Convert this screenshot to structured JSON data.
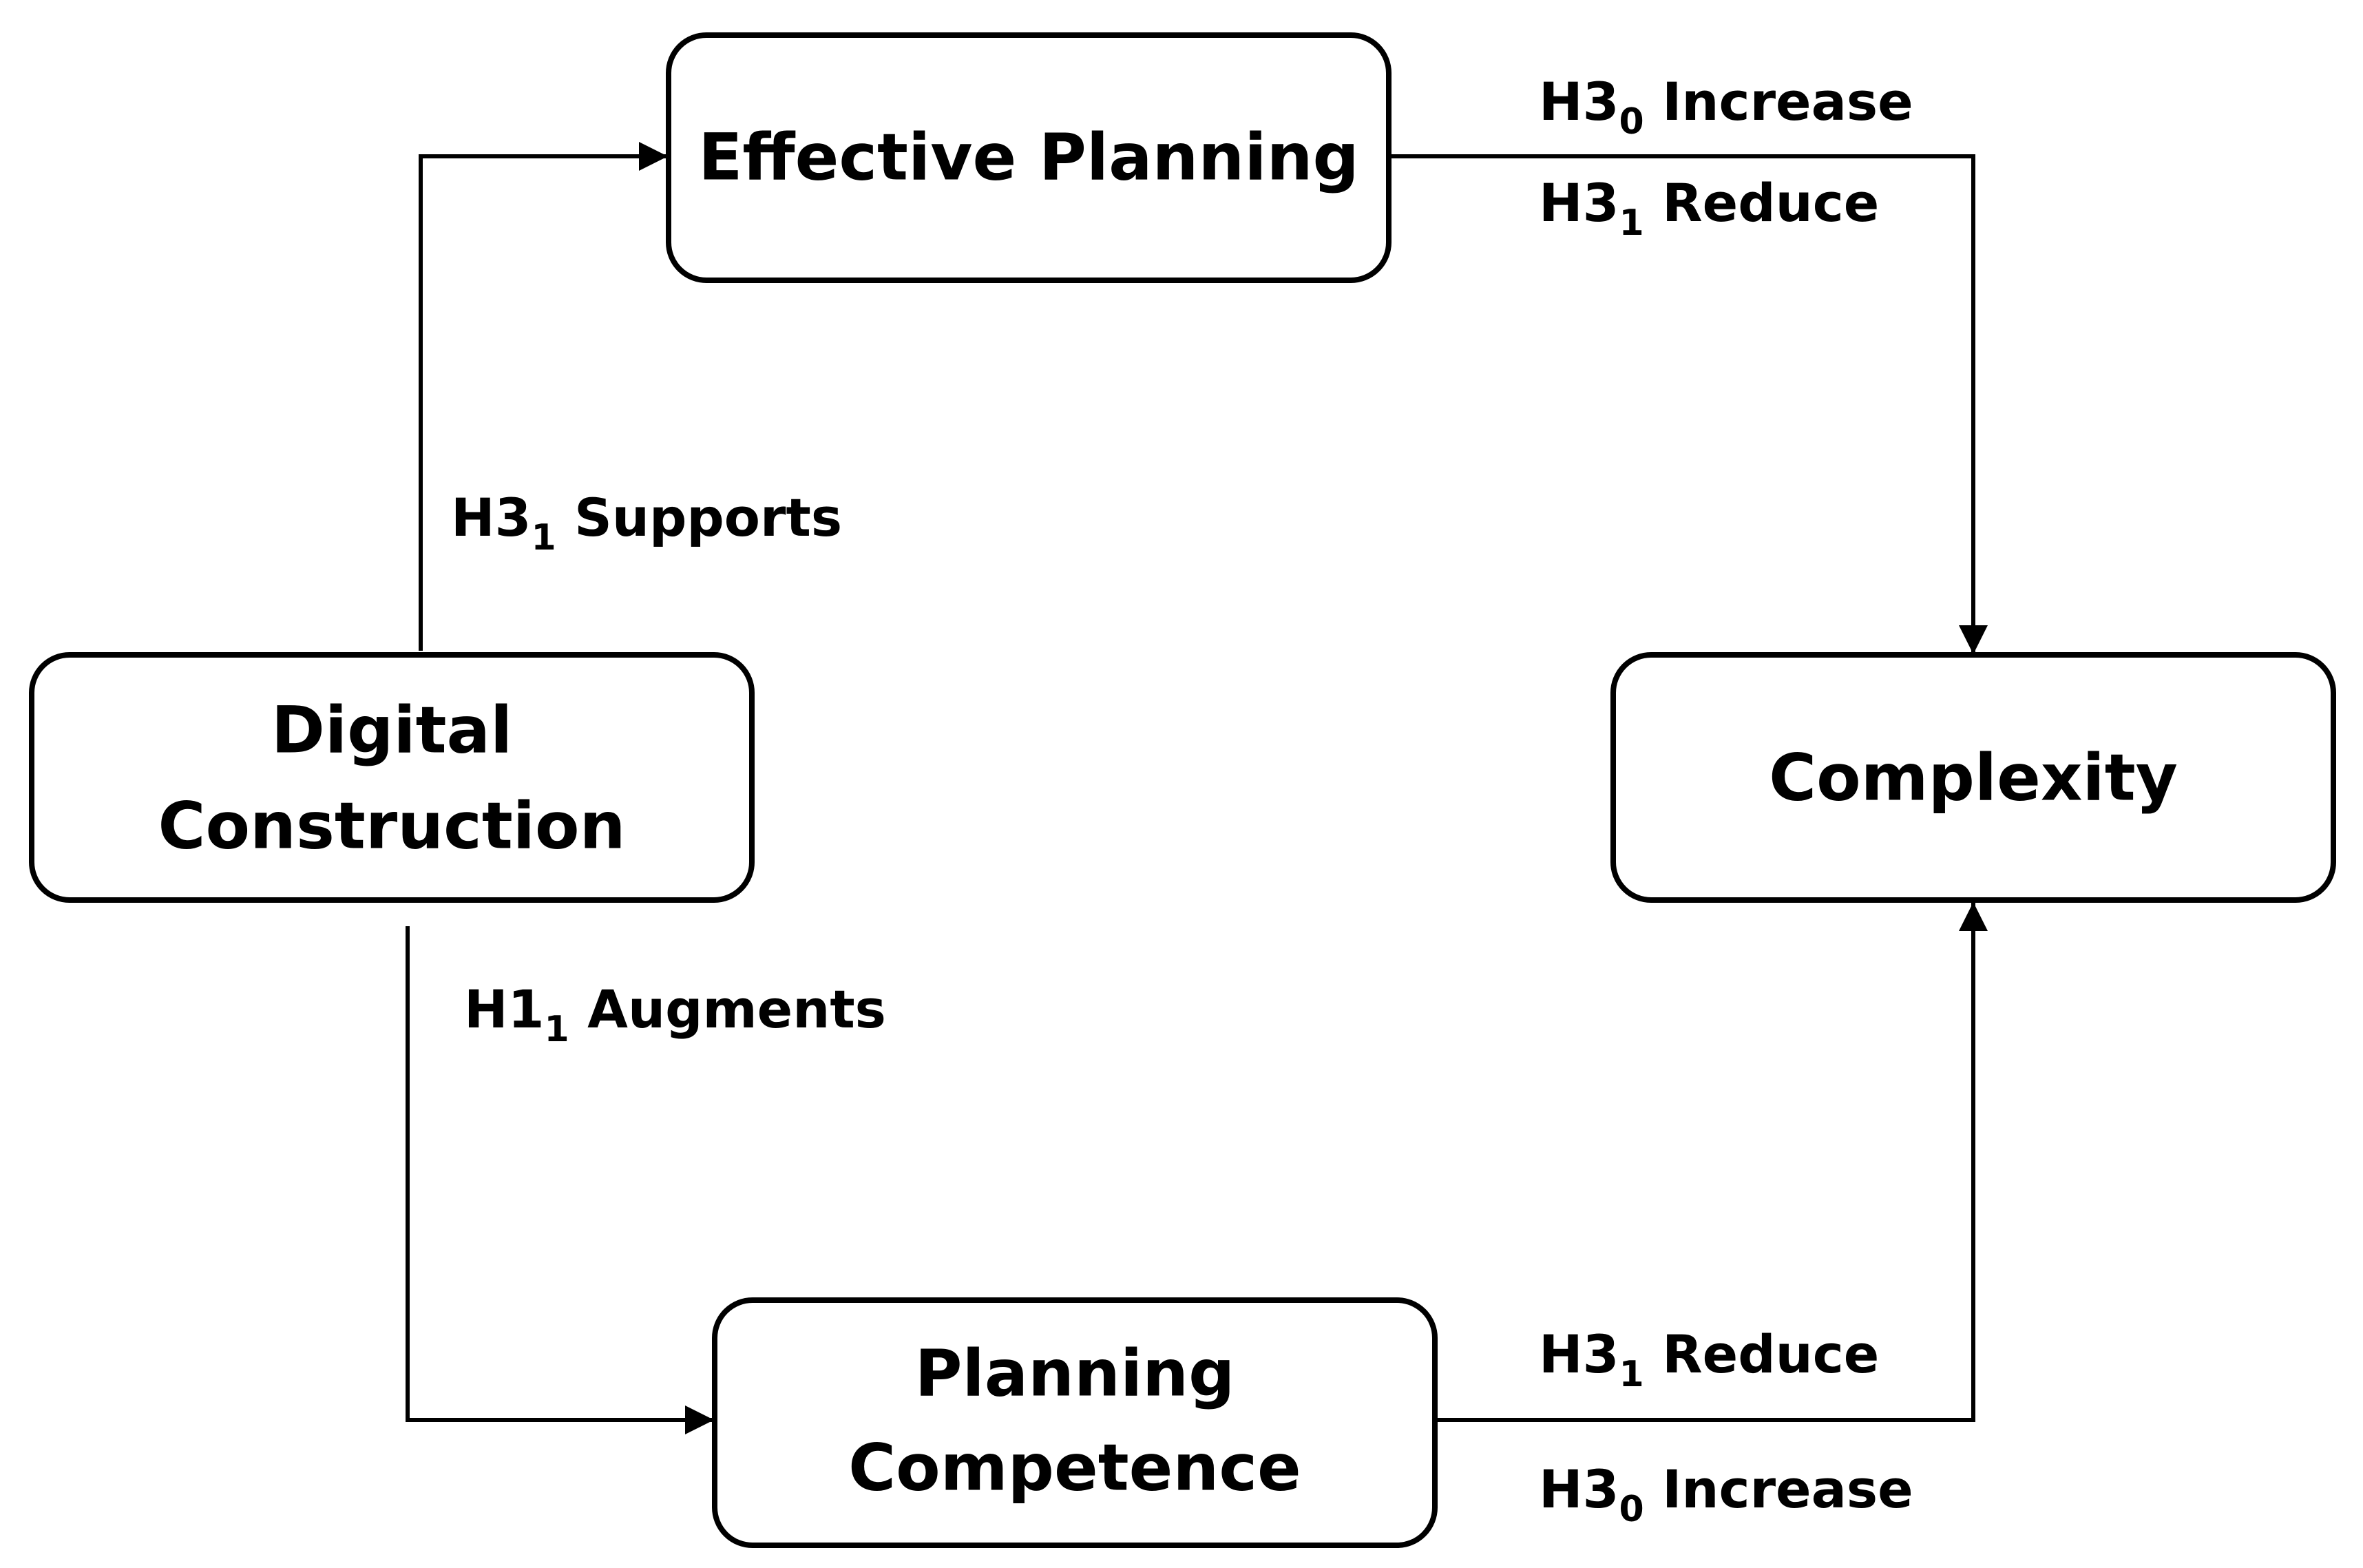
{
  "nodes": {
    "effective_planning": {
      "lines": [
        "Effective Planning"
      ]
    },
    "digital_construction": {
      "lines": [
        "Digital",
        "Construction"
      ]
    },
    "complexity": {
      "lines": [
        "Complexity"
      ]
    },
    "planning_competence": {
      "lines": [
        "Planning",
        "Competence"
      ]
    }
  },
  "edges": {
    "dc_to_ep": {
      "base": "H3",
      "sub": "1",
      "text": " Supports"
    },
    "dc_to_pc": {
      "base": "H1",
      "sub": "1",
      "text": " Augments"
    },
    "ep_to_cx_top": {
      "base": "H3",
      "sub": "0",
      "text": " Increase"
    },
    "ep_to_cx_bottom": {
      "base": "H3",
      "sub": "1",
      "text": " Reduce"
    },
    "pc_to_cx_top": {
      "base": "H3",
      "sub": "1",
      "text": " Reduce"
    },
    "pc_to_cx_bottom": {
      "base": "H3",
      "sub": "0",
      "text": " Increase"
    }
  }
}
